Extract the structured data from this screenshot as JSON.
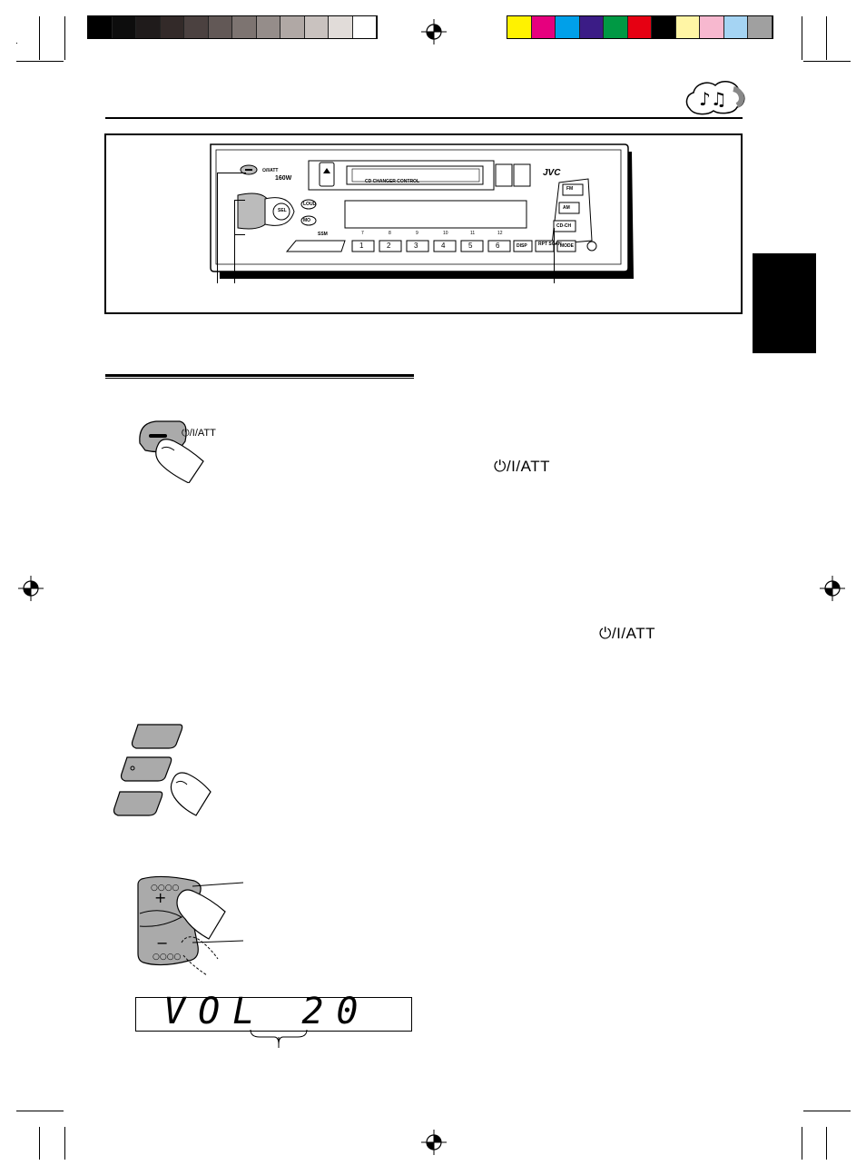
{
  "registration_bars": {
    "greys": [
      "#000000",
      "#0d0d0d",
      "#1f1b1b",
      "#332a29",
      "#4b4140",
      "#625856",
      "#7d7471",
      "#958d8a",
      "#b0a8a5",
      "#c9c2bf",
      "#e1dcd9",
      "#ffffff"
    ],
    "colors": [
      "#fff200",
      "#e6007e",
      "#00a0e9",
      "#3b1c86",
      "#009944",
      "#e60012",
      "#000000",
      "#fff5a5",
      "#f7b8cf",
      "#a5d4f3",
      "#a0a0a0"
    ]
  },
  "header": {
    "icon": "music-notes-cloud-icon"
  },
  "side_tab": {
    "color": "#000000"
  },
  "device_figure": {
    "brand": "JVC",
    "power_label": "⏻/I/ATT",
    "wattage": "160W",
    "cassette_label": "CD CHANGER CONTROL",
    "buttons": {
      "sel": "SEL",
      "loud": "LOUD",
      "mo": "MO",
      "fm": "FM",
      "am": "AM",
      "cdch": "CD-CH",
      "disp": "DISP",
      "rpt_scan": "RPT SCAN",
      "mode": "MODE",
      "presets": [
        "1",
        "2",
        "3",
        "4",
        "5",
        "6"
      ],
      "preset_top_labels": [
        "7",
        "8",
        "9",
        "10",
        "11",
        "12"
      ],
      "ssm": "SSM"
    }
  },
  "steps": {
    "power_button_label": "⏻/I/ATT",
    "text_att_label_1": "⏻/I/ATT",
    "text_att_label_2": "⏻/I/ATT",
    "lcd_display": "VOL 20"
  }
}
